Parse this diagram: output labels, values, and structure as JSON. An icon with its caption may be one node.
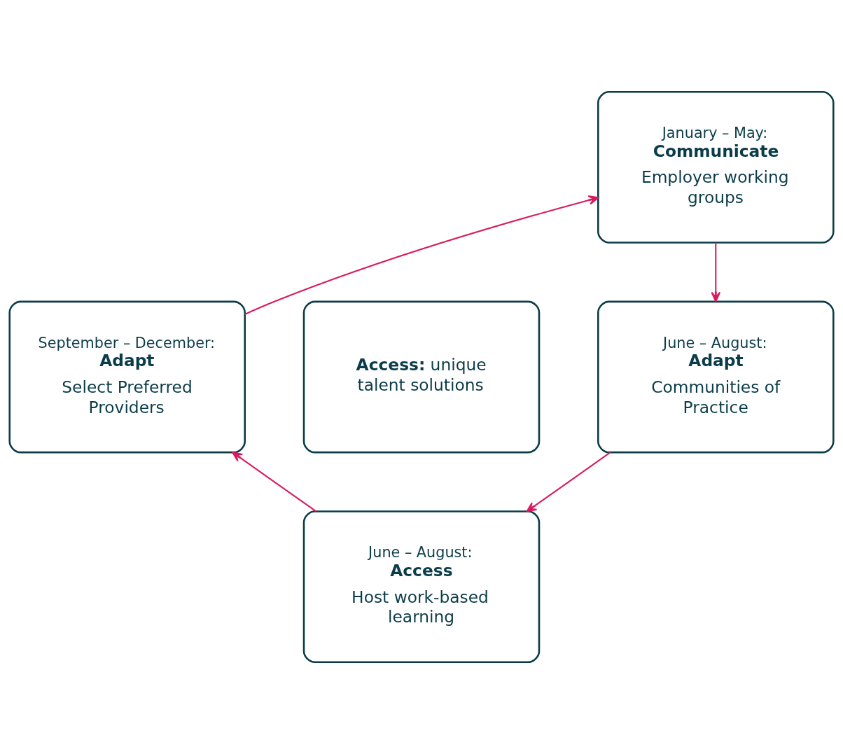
{
  "diagram": {
    "nodes": [
      {
        "text": [
          "January – May:",
          "Communicate",
          "Employer working groups"
        ]
      },
      {
        "text": [
          "June – August:",
          "Adapt",
          "Communities of Practice"
        ]
      },
      {
        "text": [
          "June – August:",
          "Access",
          "Host work-based learning"
        ]
      },
      {
        "text": [
          "September – December:",
          "Adapt",
          "Select Preferred Providers"
        ]
      },
      {
        "text": [
          "**Access:** unique talent solutions"
        ]
      }
    ],
    "edges": [
      {
        "from": 0,
        "to": 1,
        "arrow": "to"
      },
      {
        "from": 1,
        "to": 2,
        "arrow": "to"
      },
      {
        "from": 2,
        "to": 3,
        "arrow": "to"
      },
      {
        "from": 3,
        "to": 0,
        "arrow": "to"
      }
    ]
  }
}
